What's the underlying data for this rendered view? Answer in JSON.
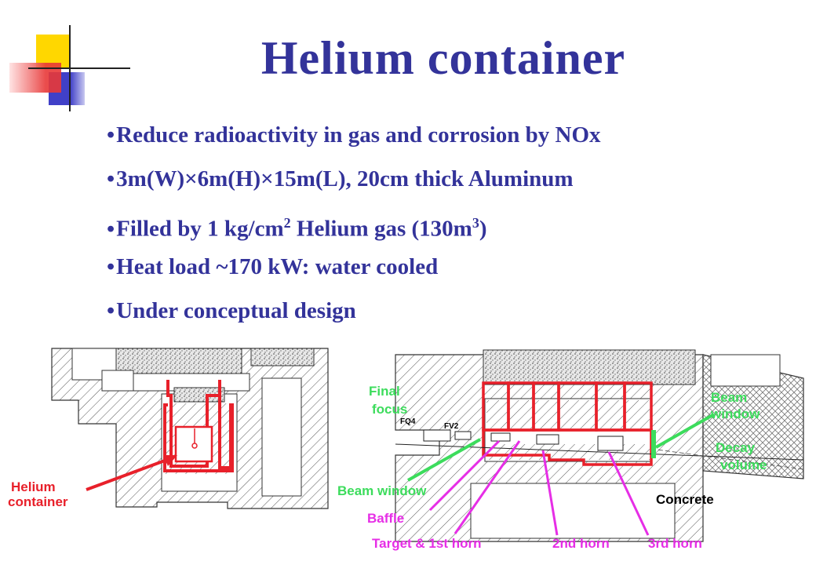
{
  "slide": {
    "title": "Helium container",
    "bullets": [
      {
        "text": "Reduce radioactivity in gas and corrosion by NOx",
        "sup": ""
      },
      {
        "text": "3m(W)×6m(H)×15m(L), 20cm thick Aluminum",
        "sup": ""
      },
      {
        "pre": "Filled by 1 kg/cm",
        "sup1": "2",
        "mid": " Helium gas (130m",
        "sup2": "3",
        "post": ")"
      },
      {
        "text": "Heat load ~170 kW: water cooled",
        "sup": ""
      },
      {
        "text": "Under conceptual design",
        "sup": ""
      }
    ],
    "bullet_glyph": "•"
  },
  "diagram": {
    "left_labels": {
      "helium_1": "Helium",
      "helium_2": "container"
    },
    "right_labels": {
      "final_1": "Final",
      "final_2": "focus",
      "beam_window_top_1": "Beam",
      "beam_window_top_2": "window",
      "decay_1": "Decay",
      "decay_2": "volume",
      "beam_window_bottom": "Beam window",
      "concrete": "Concrete",
      "baffle": "Baffle",
      "target": "Target & 1st horn",
      "horn2": "2nd horn",
      "horn3": "3rd horn",
      "fq4": "FQ4",
      "fv2": "FV2"
    },
    "colors": {
      "title": "#33339a",
      "container": "#e8202a",
      "green_label": "#3cdc5c",
      "magenta_label": "#e62ee6",
      "deco_yellow": "#ffd700",
      "deco_blue": "#4040c8",
      "deco_red": "#e83838"
    }
  }
}
